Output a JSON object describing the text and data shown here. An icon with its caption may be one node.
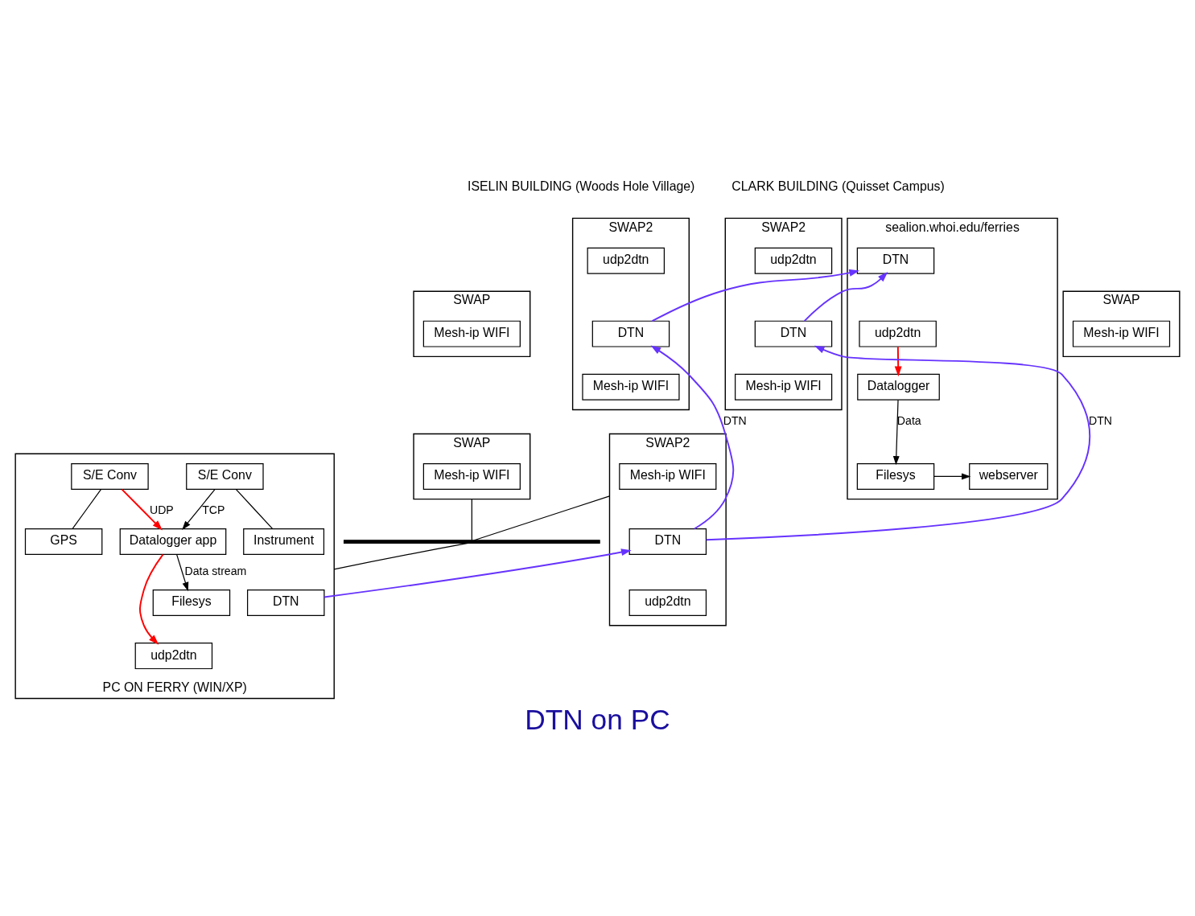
{
  "diagram": {
    "title": "DTN on PC",
    "nodes": [
      {
        "text": [
          "SWAP"
        ]
      },
      {
        "text": [
          "Mesh-ip WIFI"
        ],
        "in": 0
      },
      {
        "text": [
          "SWAP2"
        ]
      },
      {
        "text": [
          "udp2dtn"
        ],
        "in": 2
      },
      {
        "text": [
          "DTN"
        ],
        "in": 2
      },
      {
        "text": [
          "Mesh-ip WIFI"
        ],
        "in": 2
      },
      {
        "text": [
          "SWAP"
        ]
      },
      {
        "text": [
          "Mesh-ip WIFI"
        ],
        "in": 6
      },
      {
        "text": [
          "SWAP2"
        ]
      },
      {
        "text": [
          "udp2dtn"
        ],
        "in": 8
      },
      {
        "text": [
          "DTN"
        ],
        "in": 8
      },
      {
        "text": [
          "Mesh-ip WIFI"
        ],
        "in": 8
      },
      {
        "text": [
          "sealion.whoi.edu/ferries"
        ]
      },
      {
        "text": [
          "DTN"
        ],
        "in": 12
      },
      {
        "text": [
          "udp2dtn"
        ],
        "in": 12
      },
      {
        "text": [
          "Datalogger"
        ],
        "in": 12
      },
      {
        "text": [
          "Filesys"
        ],
        "in": 12
      },
      {
        "text": [
          "webserver"
        ],
        "in": 12
      },
      {
        "text": [
          "SWAP"
        ]
      },
      {
        "text": [
          "Mesh-ip WIFI"
        ],
        "in": 18
      },
      {
        "text": [
          "SWAP2"
        ]
      },
      {
        "text": [
          "Mesh-ip WIFI"
        ],
        "in": 20
      },
      {
        "text": [
          "DTN"
        ],
        "in": 20
      },
      {
        "text": [
          "udp2dtn"
        ],
        "in": 20
      },
      {
        "text": [],
        "shape": "bar"
      },
      {
        "text": [
          "PC ON FERRY (WIN/XP)"
        ]
      },
      {
        "text": [
          "Filesys"
        ],
        "in": 25
      },
      {
        "text": [
          "DTN"
        ],
        "in": 25
      },
      {
        "text": [
          "udp2dtn"
        ],
        "in": 25
      },
      {
        "text": [
          "Datalogger app"
        ],
        "in": 25
      },
      {
        "text": [
          "S/E Conv"
        ],
        "in": 25
      },
      {
        "text": [
          "S/E Conv"
        ],
        "in": 25
      },
      {
        "text": [
          "Instrument"
        ],
        "in": 25
      },
      {
        "text": [
          "GPS"
        ],
        "in": 25
      }
    ],
    "edges": [
      {
        "from": 4,
        "to": 13,
        "arrow": "to",
        "color": "#6633ff"
      },
      {
        "from": 10,
        "to": 13,
        "arrow": "to",
        "color": "#6633ff"
      },
      {
        "from": 22,
        "to": 4,
        "label": "DTN",
        "arrow": "to",
        "color": "#6633ff"
      },
      {
        "from": 22,
        "to": 10,
        "label": "DTN",
        "arrow": "to",
        "color": "#6633ff"
      },
      {
        "from": 27,
        "to": 22,
        "arrow": "to",
        "color": "#6633ff"
      },
      {
        "from": 14,
        "to": 15,
        "arrow": "to",
        "color": "#ff0000"
      },
      {
        "from": 15,
        "to": 16,
        "label": "Data",
        "arrow": "to"
      },
      {
        "from": 16,
        "to": 17,
        "arrow": "to"
      },
      {
        "from": 18,
        "to": 24,
        "arrow": "none"
      },
      {
        "from": 20,
        "to": 24,
        "arrow": "none"
      },
      {
        "from": 24,
        "to": 25,
        "arrow": "none"
      },
      {
        "from": 29,
        "to": 26,
        "label": "Data stream",
        "arrow": "to"
      },
      {
        "from": 29,
        "to": 28,
        "arrow": "to",
        "color": "#ff0000"
      },
      {
        "from": 30,
        "to": 29,
        "label": "TCP",
        "arrow": "to"
      },
      {
        "from": 31,
        "to": 29,
        "label": "UDP",
        "arrow": "to",
        "color": "#ff0000"
      },
      {
        "from": 30,
        "to": 32,
        "arrow": "none"
      },
      {
        "from": 31,
        "to": 33,
        "arrow": "none"
      }
    ],
    "labels": [
      "ISELIN BUILDING (Woods Hole Village)",
      "CLARK BUILDING (Quisset Campus)"
    ]
  }
}
